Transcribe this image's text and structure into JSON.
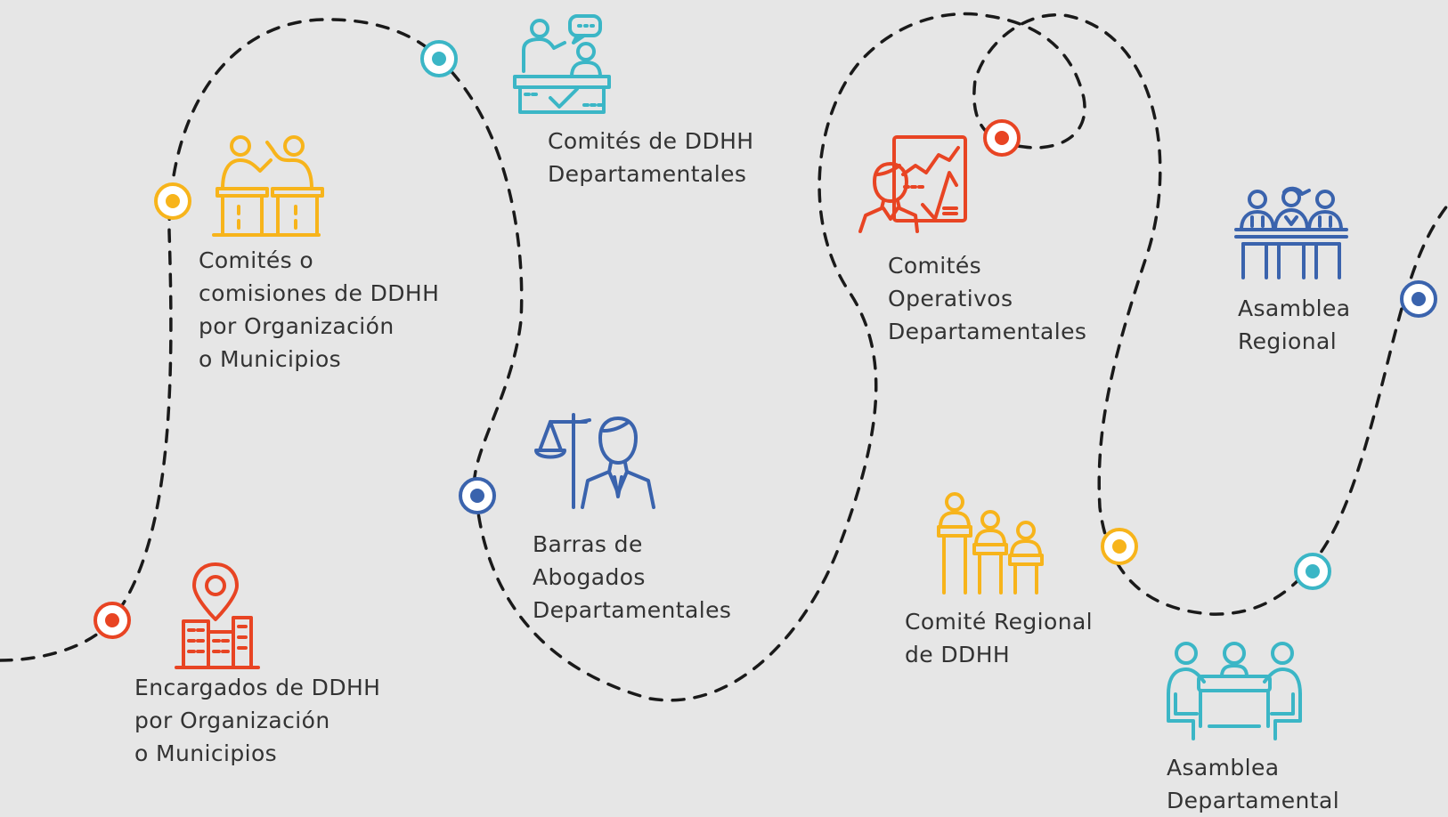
{
  "colors": {
    "background": "#e6e6e6",
    "path": "#1a1a1a",
    "red": "#e84423",
    "yellow": "#f7b41b",
    "teal": "#3bb6c6",
    "blue": "#3a63ad",
    "text": "#333333"
  },
  "nodes": [
    {
      "id": "encargados",
      "color": "red",
      "icon": "city-location-pin-icon",
      "lines": [
        "Encargados de DDHH",
        "por Organización",
        "o Municipios"
      ]
    },
    {
      "id": "comites-comisiones",
      "color": "yellow",
      "icon": "presenter-podium-icon",
      "lines": [
        "Comités o",
        "comisiones de DDHH",
        "por Organización",
        "o Municipios"
      ]
    },
    {
      "id": "comites-ddhh-departamentales",
      "color": "teal",
      "icon": "meeting-desk-checkmark-icon",
      "lines": [
        "Comités de DDHH",
        "Departamentales"
      ]
    },
    {
      "id": "barras-abogados",
      "color": "blue",
      "icon": "lawyer-scales-icon",
      "lines": [
        "Barras de",
        "Abogados",
        "Departamentales"
      ]
    },
    {
      "id": "comites-operativos",
      "color": "red",
      "icon": "analyst-chart-board-icon",
      "lines": [
        "Comités",
        "Operativos",
        "Departamentales"
      ]
    },
    {
      "id": "comite-regional",
      "color": "yellow",
      "icon": "podium-group-icon",
      "lines": [
        "Comité Regional",
        "de DDHH"
      ]
    },
    {
      "id": "asamblea-departamental",
      "color": "teal",
      "icon": "round-table-meeting-icon",
      "lines": [
        "Asamblea",
        "Departamental"
      ]
    },
    {
      "id": "asamblea-regional",
      "color": "blue",
      "icon": "assembly-panel-icon",
      "lines": [
        "Asamblea",
        "Regional"
      ]
    }
  ]
}
